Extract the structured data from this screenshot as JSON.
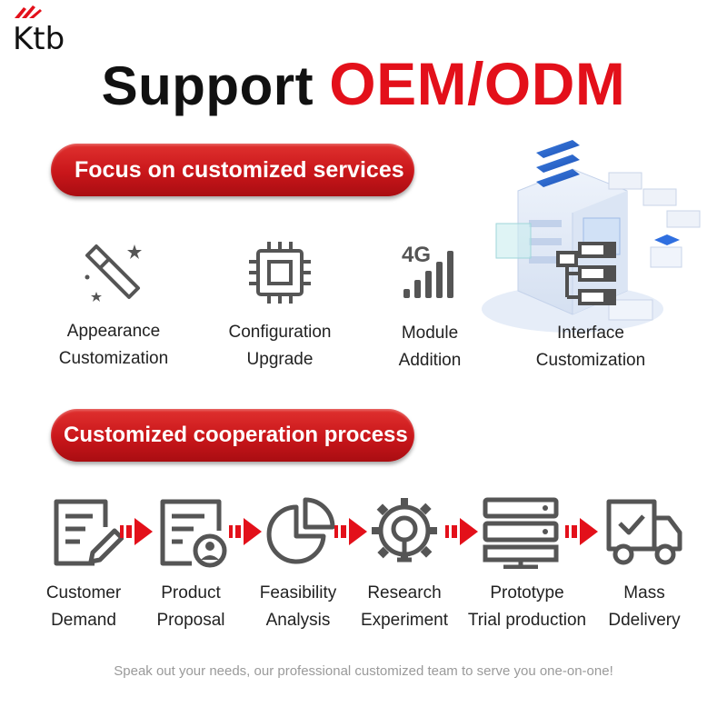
{
  "brand": {
    "logo_text": "Ktb"
  },
  "headline": {
    "part1": "Support",
    "part2": "OEM/ODM"
  },
  "section1": {
    "title": "Focus on customized services",
    "features": [
      {
        "line1": "Appearance",
        "line2": "Customization",
        "icon": "magic-wand-icon"
      },
      {
        "line1": "Configuration",
        "line2": "Upgrade",
        "icon": "chip-icon"
      },
      {
        "line1": "Module",
        "line2": "Addition",
        "icon": "signal-4g-icon",
        "icon_text": "4G"
      },
      {
        "line1": "Interface",
        "line2": "Customization",
        "icon": "interface-tree-icon"
      }
    ]
  },
  "section2": {
    "title": "Customized cooperation process",
    "steps": [
      {
        "line1": "Customer",
        "line2": "Demand",
        "icon": "document-pen-icon"
      },
      {
        "line1": "Product",
        "line2": "Proposal",
        "icon": "document-user-icon"
      },
      {
        "line1": "Feasibility",
        "line2": "Analysis",
        "icon": "pie-chart-icon"
      },
      {
        "line1": "Research",
        "line2": "Experiment",
        "icon": "gear-bulb-icon"
      },
      {
        "line1": "Prototype",
        "line2": "Trial production",
        "icon": "server-rack-icon"
      },
      {
        "line1": "Mass",
        "line2": "Ddelivery",
        "icon": "delivery-truck-icon"
      }
    ]
  },
  "footer": {
    "text": "Speak out your needs, our professional customized team to serve you one-on-one!"
  },
  "colors": {
    "accent_red": "#e3101a",
    "icon_gray": "#555555",
    "text_dark": "#111111",
    "footer_gray": "#9a9a9a"
  }
}
